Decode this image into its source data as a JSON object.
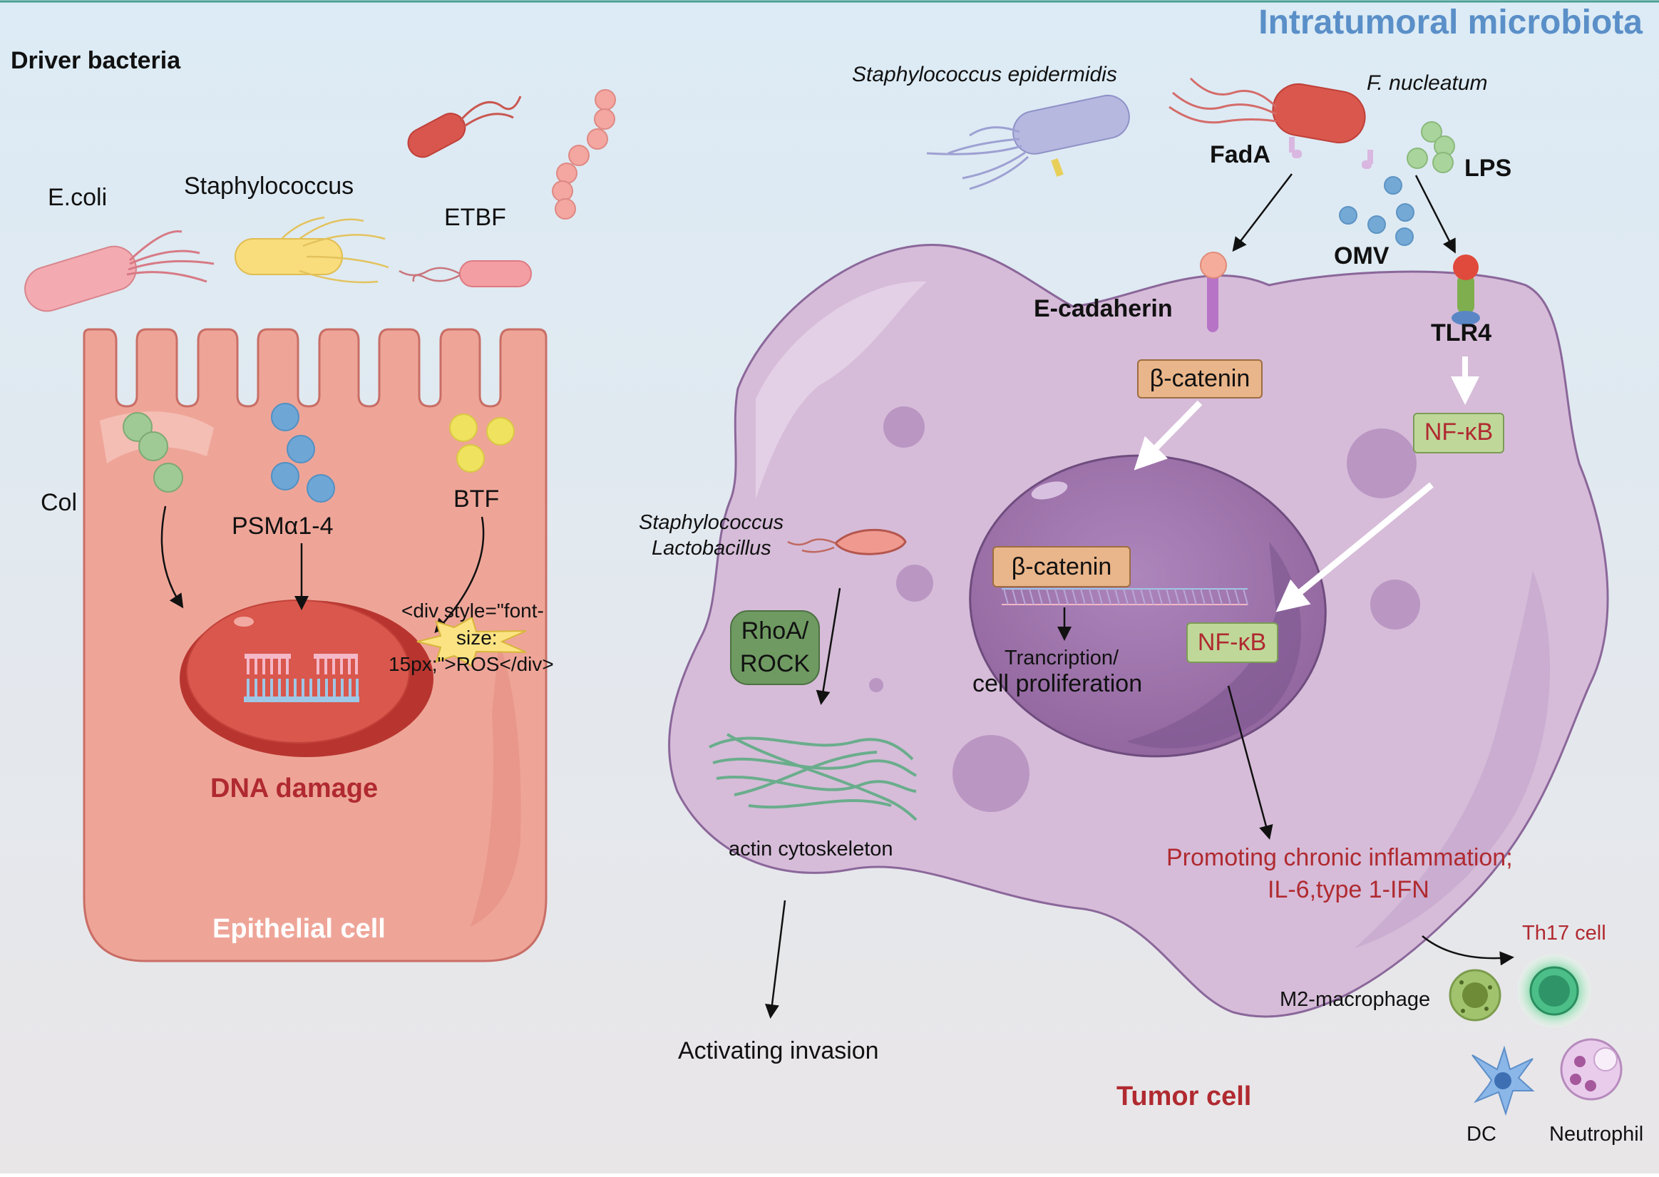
{
  "header": {
    "title": "Intratumoral microbiota",
    "left_heading": "Driver bacteria"
  },
  "left": {
    "bacteria": {
      "ecoli": "E.coli",
      "staph": "Staphylococcus",
      "etbf": "ETBF"
    },
    "col_label": "Col",
    "psm": "PSMα1-4",
    "btf": "BTF",
    "ros_line1": "<div style=\"font-",
    "ros_line2": "size:",
    "ros_line3": "15px;\">ROS</div>",
    "dna_damage": "DNA damage",
    "epithelial": "Epithelial cell"
  },
  "right": {
    "staph_epi": "Staphylococcus epidermidis",
    "fnucleatum": "F. nucleatum",
    "fada": "FadA",
    "lps": "LPS",
    "omv": "OMV",
    "ecadherin": "E-cadaherin",
    "tlr4": "TLR4",
    "bcatenin_top": "β-catenin",
    "nfkb_top": "NF-κB",
    "bcatenin_nuc": "β-catenin",
    "nfkb_nuc": "NF-κB",
    "transcription": "Trancription/",
    "proliferation": "cell proliferation",
    "staph2": "Staphylococcus",
    "lacto": "Lactobacillus",
    "rhoa1": "RhoA/",
    "rhoa2": "ROCK",
    "actin": "actin cytoskeleton",
    "invasion": "Activating invasion",
    "inflam1": "Promoting chronic inflammation;",
    "inflam2": "IL-6,type 1-IFN",
    "th17": "Th17 cell",
    "m2": "M2-macrophage",
    "dc": "DC",
    "neutrophil": "Neutrophil",
    "tumor": "Tumor cell"
  },
  "colors": {
    "title_blue": "#5a8fc8",
    "dark_red": "#b02a30",
    "cell_purple": "#d6bcd9",
    "epithelial": "#eea598",
    "label_box": "#e9b58a",
    "nfkb_box": "#bfd89a",
    "rhoa_box": "#6f9a62"
  }
}
